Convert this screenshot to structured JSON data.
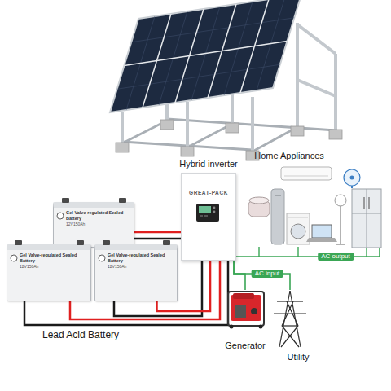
{
  "diagram": {
    "nodes": [
      {
        "text": [
          "Hybrid inverter",
          "GREAT-PACK"
        ]
      },
      {
        "text": [
          "Home Appliances"
        ]
      },
      {
        "text": [
          "Gel Valve-regulated Sealed Battery",
          "12V150Ah"
        ]
      },
      {
        "text": [
          "Gel Valve-regulated Sealed Battery",
          "12V150Ah"
        ]
      },
      {
        "text": [
          "Gel Valve-regulated Sealed Battery",
          "12V150Ah"
        ]
      },
      {
        "text": [
          "Generator"
        ]
      },
      {
        "text": [
          "Utility"
        ]
      }
    ],
    "edges": [
      {
        "from": 2,
        "to": 0,
        "arrow": "none"
      },
      {
        "from": 3,
        "to": 0,
        "arrow": "none"
      },
      {
        "from": 4,
        "to": 0,
        "arrow": "none"
      },
      {
        "from": 0,
        "to": 1,
        "label": "AC output",
        "arrow": "none"
      },
      {
        "from": 5,
        "to": 0,
        "label": "AC input",
        "arrow": "none"
      },
      {
        "from": 6,
        "to": 0,
        "arrow": "none"
      }
    ],
    "labels": [
      "Lead Acid Battery"
    ]
  }
}
